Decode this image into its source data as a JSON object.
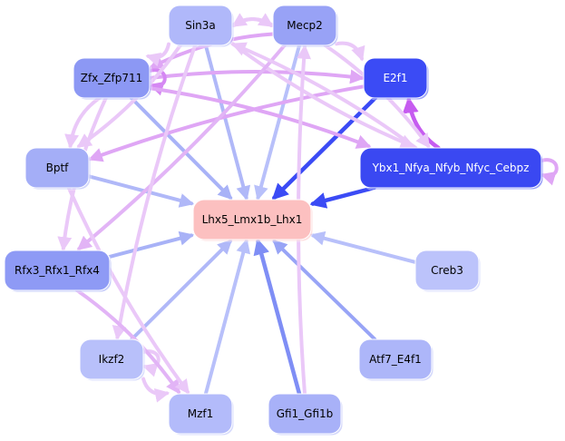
{
  "graph": {
    "title": "",
    "center_node": "Lhx5_Lmx1b_Lhx1",
    "colors": {
      "center_fill": "#fcc0c0",
      "dark_blue": "#3b4bf5",
      "mid_blue": "#8e9cf5",
      "light_blue": "#a8b2f7",
      "pale_blue": "#b8c0fa",
      "edge_regulates_center": "#b0b8f8",
      "edge_strong_blue": "#3b4bf5",
      "edge_mid_blue": "#7f8ef5",
      "edge_pink_light": "#eac8f8",
      "edge_pink_mid": "#dfa6f5",
      "edge_magenta": "#c65cf0"
    },
    "nodes": [
      {
        "id": "Sin3a",
        "label": "Sin3a",
        "fill": "#b0b8fa",
        "text_color": "#000000"
      },
      {
        "id": "Mecp2",
        "label": "Mecp2",
        "fill": "#98a2f6",
        "text_color": "#000000"
      },
      {
        "id": "Zfx_Zfp711",
        "label": "Zfx_Zfp711",
        "fill": "#8c98f4",
        "text_color": "#000000"
      },
      {
        "id": "E2f1",
        "label": "E2f1",
        "fill": "#3b4bf5",
        "text_color": "#ffffff"
      },
      {
        "id": "Bptf",
        "label": "Bptf",
        "fill": "#a4aef7",
        "text_color": "#000000"
      },
      {
        "id": "Ybx1_Nfya_Nfyb_Nfyc_Cebpz",
        "label": "Ybx1_Nfya_Nfyb_Nfyc_Cebpz",
        "fill": "#3a48f2",
        "text_color": "#ffffff"
      },
      {
        "id": "Lhx5_Lmx1b_Lhx1",
        "label": "Lhx5_Lmx1b_Lhx1",
        "fill": "#fcc0c0",
        "text_color": "#000000"
      },
      {
        "id": "Rfx3_Rfx1_Rfx4",
        "label": "Rfx3_Rfx1_Rfx4",
        "fill": "#8e9af5",
        "text_color": "#000000"
      },
      {
        "id": "Creb3",
        "label": "Creb3",
        "fill": "#bcc3fb",
        "text_color": "#000000"
      },
      {
        "id": "Ikzf2",
        "label": "Ikzf2",
        "fill": "#b8c0fa",
        "text_color": "#000000"
      },
      {
        "id": "Atf7_E4f1",
        "label": "Atf7_E4f1",
        "fill": "#adb6f9",
        "text_color": "#000000"
      },
      {
        "id": "Mzf1",
        "label": "Mzf1",
        "fill": "#b3bbfa",
        "text_color": "#000000"
      },
      {
        "id": "Gfi1_Gfi1b",
        "label": "Gfi1_Gfi1b",
        "fill": "#a8b1f8",
        "text_color": "#000000"
      }
    ],
    "edges": [
      {
        "from": "Sin3a",
        "to": "Lhx5_Lmx1b_Lhx1",
        "color": "#b0b8f8"
      },
      {
        "from": "Mecp2",
        "to": "Lhx5_Lmx1b_Lhx1",
        "color": "#b8c0fa"
      },
      {
        "from": "Zfx_Zfp711",
        "to": "Lhx5_Lmx1b_Lhx1",
        "color": "#a8b2f7"
      },
      {
        "from": "E2f1",
        "to": "Lhx5_Lmx1b_Lhx1",
        "color": "#3b4bf5"
      },
      {
        "from": "Bptf",
        "to": "Lhx5_Lmx1b_Lhx1",
        "color": "#b0b8f8"
      },
      {
        "from": "Ybx1_Nfya_Nfyb_Nfyc_Cebpz",
        "to": "Lhx5_Lmx1b_Lhx1",
        "color": "#3b4bf5"
      },
      {
        "from": "Rfx3_Rfx1_Rfx4",
        "to": "Lhx5_Lmx1b_Lhx1",
        "color": "#a8b2f7"
      },
      {
        "from": "Creb3",
        "to": "Lhx5_Lmx1b_Lhx1",
        "color": "#b8c0fa"
      },
      {
        "from": "Ikzf2",
        "to": "Lhx5_Lmx1b_Lhx1",
        "color": "#b0b8f8"
      },
      {
        "from": "Atf7_E4f1",
        "to": "Lhx5_Lmx1b_Lhx1",
        "color": "#98a4f6"
      },
      {
        "from": "Mzf1",
        "to": "Lhx5_Lmx1b_Lhx1",
        "color": "#b8c0fa"
      },
      {
        "from": "Gfi1_Gfi1b",
        "to": "Lhx5_Lmx1b_Lhx1",
        "color": "#7f8ef5"
      },
      {
        "from": "Ybx1_Nfya_Nfyb_Nfyc_Cebpz",
        "to": "E2f1",
        "color": "#c65cf0"
      },
      {
        "from": "Ybx1_Nfya_Nfyb_Nfyc_Cebpz",
        "to": "Ybx1_Nfya_Nfyb_Nfyc_Cebpz",
        "color": "#dfa6f5"
      },
      {
        "from": "Zfx_Zfp711",
        "to": "E2f1",
        "color": "#dfa6f5"
      },
      {
        "from": "Zfx_Zfp711",
        "to": "Zfx_Zfp711",
        "color": "#d588f3"
      },
      {
        "from": "Sin3a",
        "to": "Mecp2",
        "color": "#eac8f8"
      },
      {
        "from": "Mecp2",
        "to": "Sin3a",
        "color": "#eac8f8"
      },
      {
        "from": "Mecp2",
        "to": "E2f1",
        "color": "#eac8f8"
      },
      {
        "from": "Mecp2",
        "to": "Zfx_Zfp711",
        "color": "#dfa6f5"
      },
      {
        "from": "Sin3a",
        "to": "Zfx_Zfp711",
        "color": "#eac8f8"
      },
      {
        "from": "E2f1",
        "to": "Bptf",
        "color": "#dfa6f5"
      },
      {
        "from": "Zfx_Zfp711",
        "to": "Ybx1_Nfya_Nfyb_Nfyc_Cebpz",
        "color": "#dfa6f5"
      },
      {
        "from": "Sin3a",
        "to": "Ybx1_Nfya_Nfyb_Nfyc_Cebpz",
        "color": "#eac8f8"
      },
      {
        "from": "Mecp2",
        "to": "Ybx1_Nfya_Nfyb_Nfyc_Cebpz",
        "color": "#eac8f8"
      },
      {
        "from": "Zfx_Zfp711",
        "to": "Bptf",
        "color": "#eac8f8"
      },
      {
        "from": "Sin3a",
        "to": "Bptf",
        "color": "#eac8f8"
      },
      {
        "from": "Zfx_Zfp711",
        "to": "Rfx3_Rfx1_Rfx4",
        "color": "#eac8f8"
      },
      {
        "from": "Mecp2",
        "to": "Rfx3_Rfx1_Rfx4",
        "color": "#e2b4f6"
      },
      {
        "from": "Sin3a",
        "to": "Ikzf2",
        "color": "#eac8f8"
      },
      {
        "from": "Ikzf2",
        "to": "Ikzf2",
        "color": "#eac8f8"
      },
      {
        "from": "Ikzf2",
        "to": "Mzf1",
        "color": "#eac8f8"
      },
      {
        "from": "Rfx3_Rfx1_Rfx4",
        "to": "Mzf1",
        "color": "#e2b4f6"
      },
      {
        "from": "Bptf",
        "to": "Mzf1",
        "color": "#eac8f8"
      },
      {
        "from": "Gfi1_Gfi1b",
        "to": "Mecp2",
        "color": "#eac8f8"
      },
      {
        "from": "Ybx1_Nfya_Nfyb_Nfyc_Cebpz",
        "to": "Sin3a",
        "color": "#eac8f8"
      }
    ]
  }
}
